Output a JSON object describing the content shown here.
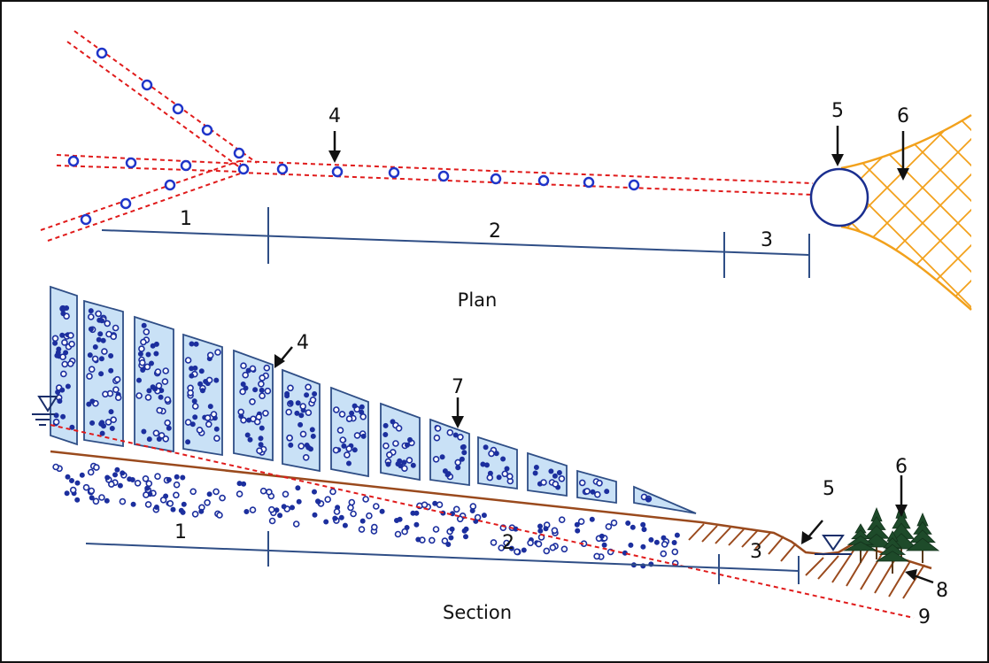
{
  "plan": {
    "caption": "Plan",
    "callouts": {
      "c4": "4",
      "c5": "5",
      "c6": "6"
    },
    "zones": {
      "z1": "1",
      "z2": "2",
      "z3": "3"
    }
  },
  "section": {
    "caption": "Section",
    "callouts": {
      "c4": "4",
      "c5": "5",
      "c6": "6",
      "c7": "7",
      "c8": "8",
      "c9": "9"
    },
    "zones": {
      "z1": "1",
      "z2": "2",
      "z3": "3"
    }
  },
  "colors": {
    "deposit_fill": "#c9e1f6",
    "outline_blue": "#2f4e86",
    "dot_blue": "#1c2f9e",
    "circle_blue": "#1f35c9",
    "dashed_red": "#e01b1b",
    "ground_brown": "#9a4a1d",
    "fan_orange": "#f2a11c",
    "tree_green": "#1e4b2a"
  }
}
